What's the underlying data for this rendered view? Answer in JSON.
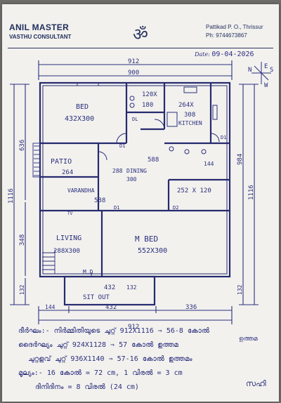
{
  "header": {
    "name": "ANIL MASTER",
    "role": "VASTHU CONSULTANT",
    "om_symbol": "ॐ",
    "address": "Pattikad P. O., Thrissur",
    "phone": "Ph: 9744673867"
  },
  "date": {
    "label": "Date:",
    "value": "09-04-2026"
  },
  "compass": {
    "n": "N",
    "e": "E",
    "s": "S",
    "w": "W"
  },
  "plan": {
    "dims": {
      "top_outer": "912",
      "top_inner": "900",
      "bottom_outer": "912",
      "bottom_left": "144",
      "bottom_mid": "432",
      "bottom_right": "336",
      "left_outer": "1116",
      "left_upper": "636",
      "left_lower": "348",
      "left_bottom": "132",
      "right_outer": "1116",
      "right_inner": "984",
      "right_bottom": "132",
      "sitout_width": "432",
      "step": "132",
      "dining_left": "288",
      "kitchen_lower": "588",
      "kitchen_side": "144",
      "patio_width": "264"
    },
    "rooms": {
      "bed": {
        "name": "BED",
        "size": "432X300"
      },
      "bath": {
        "size_a": "120X",
        "size_b": "180"
      },
      "kitchen": {
        "size_a": "264X",
        "size_b": "308",
        "name": "KITCHEN"
      },
      "patio": {
        "name": "PATIO"
      },
      "dining": {
        "name": "DINING",
        "size": "300"
      },
      "store": {
        "size": "252 X 120"
      },
      "varandha": {
        "name": "VARANDHA",
        "size": "588"
      },
      "living": {
        "name": "LIVING",
        "size": "288X300"
      },
      "mbed": {
        "name": "M BED",
        "size": "552X300"
      },
      "sitout": {
        "name": "SIT OUT"
      }
    },
    "marks": {
      "d1_a": "D1",
      "d1_b": "D1",
      "d1_c": "D1",
      "d2": "D2",
      "dl": "DL",
      "md": "M.D",
      "tv": "TV"
    }
  },
  "notes": {
    "line1": "ദീർഘം:- നിർമ്മിതിയുടെ ചുറ്റ് 912X1116 ⇒ 56-8 കോൽ",
    "line1b": "ഉത്തമ",
    "line2": "ദൈർഘ്യം ചുറ്റ് 924X1128 ⇒ 57 കോൽ ഉത്തമ",
    "line3": "ചുറ്റളവ് ചുറ്റ് 936X1140 ⇒ 57-16 കോൽ ഉത്തമം",
    "line4": "മൂല്യം:- 16 കോൽ = 72 cm, 1 വിരൽ = 3 cm",
    "line5": "ദിനിദിനം = 8 വിരൽ (24 cm)",
    "signature": "സഹി"
  }
}
